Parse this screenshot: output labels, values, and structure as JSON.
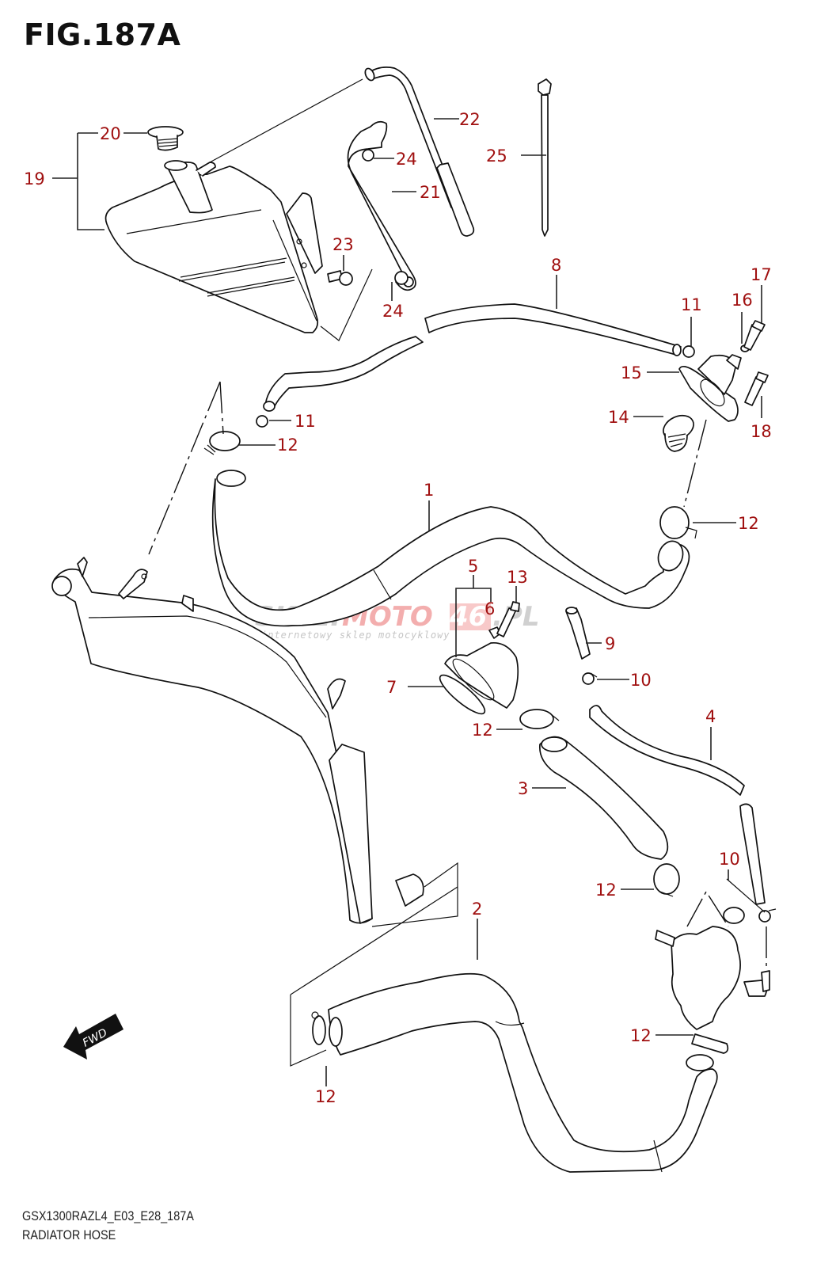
{
  "figure": {
    "title": "FIG.187A",
    "model_code": "GSX1300RAZL4_E03_E28_187A",
    "section_name": "RADIATOR HOSE"
  },
  "colors": {
    "callout": "#a01010",
    "line": "#111111",
    "watermark_gray": "#c8c8c8",
    "watermark_red": "#f2a0a0"
  },
  "watermark": {
    "part1": "SKLEP",
    "part2": "MOTO",
    "part3": "46",
    "part4": ".PL",
    "tagline": "internetowy sklep motocyklowy"
  },
  "fwd_badge": {
    "label": "FWD",
    "icon": "forward-arrow-icon"
  },
  "callouts": [
    {
      "id": "c1",
      "label": "1"
    },
    {
      "id": "c2",
      "label": "2"
    },
    {
      "id": "c3",
      "label": "3"
    },
    {
      "id": "c4",
      "label": "4"
    },
    {
      "id": "c5",
      "label": "5"
    },
    {
      "id": "c6",
      "label": "6"
    },
    {
      "id": "c7",
      "label": "7"
    },
    {
      "id": "c8",
      "label": "8"
    },
    {
      "id": "c9",
      "label": "9"
    },
    {
      "id": "c10a",
      "label": "10"
    },
    {
      "id": "c10b",
      "label": "10"
    },
    {
      "id": "c11a",
      "label": "11"
    },
    {
      "id": "c11b",
      "label": "11"
    },
    {
      "id": "c12a",
      "label": "12"
    },
    {
      "id": "c12b",
      "label": "12"
    },
    {
      "id": "c12c",
      "label": "12"
    },
    {
      "id": "c12d",
      "label": "12"
    },
    {
      "id": "c12e",
      "label": "12"
    },
    {
      "id": "c12f",
      "label": "12"
    },
    {
      "id": "c13",
      "label": "13"
    },
    {
      "id": "c14",
      "label": "14"
    },
    {
      "id": "c15",
      "label": "15"
    },
    {
      "id": "c16",
      "label": "16"
    },
    {
      "id": "c17",
      "label": "17"
    },
    {
      "id": "c18",
      "label": "18"
    },
    {
      "id": "c19",
      "label": "19"
    },
    {
      "id": "c20",
      "label": "20"
    },
    {
      "id": "c21",
      "label": "21"
    },
    {
      "id": "c22",
      "label": "22"
    },
    {
      "id": "c23",
      "label": "23"
    },
    {
      "id": "c24a",
      "label": "24"
    },
    {
      "id": "c24b",
      "label": "24"
    },
    {
      "id": "c25",
      "label": "25"
    }
  ]
}
